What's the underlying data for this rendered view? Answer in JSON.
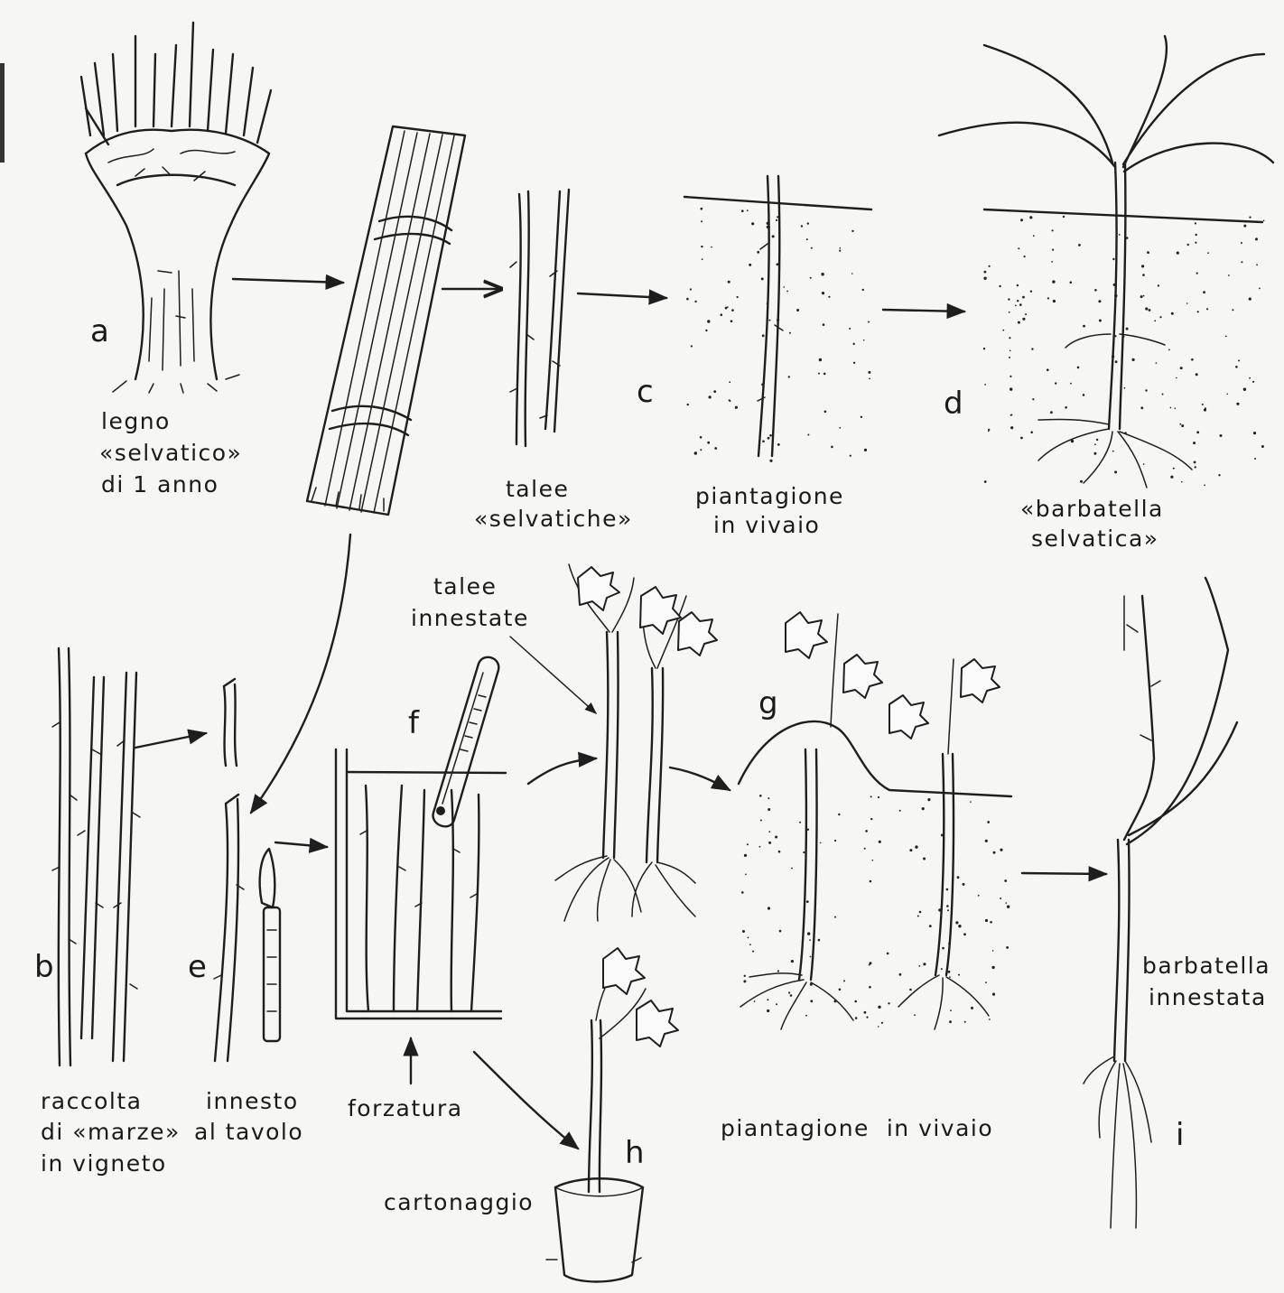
{
  "stages": {
    "a": {
      "letter": "a",
      "caption": [
        "legno",
        "«selvatico»",
        "di 1 anno"
      ]
    },
    "b": {
      "letter": "b",
      "caption": [
        "raccolta",
        "di «marze»",
        "in vigneto"
      ]
    },
    "c": {
      "letter": "c",
      "caption": [
        "piantagione",
        "in vivaio"
      ]
    },
    "d": {
      "letter": "d",
      "caption": [
        "«barbatella",
        "selvatica»"
      ]
    },
    "e": {
      "letter": "e",
      "caption": [
        "innesto",
        "al tavolo"
      ]
    },
    "f": {
      "letter": "f",
      "caption": [
        "forzatura"
      ]
    },
    "g": {
      "letter": "g",
      "caption": [
        "piantagione  in vivaio"
      ]
    },
    "h": {
      "letter": "h",
      "caption": [
        "cartonaggio"
      ]
    },
    "i": {
      "letter": "i",
      "caption": [
        "barbatella",
        "innestata"
      ]
    }
  },
  "labels": {
    "talee_selvatiche": [
      "talee",
      "«selvatiche»"
    ],
    "talee_innestate": [
      "talee",
      "innestate"
    ]
  }
}
